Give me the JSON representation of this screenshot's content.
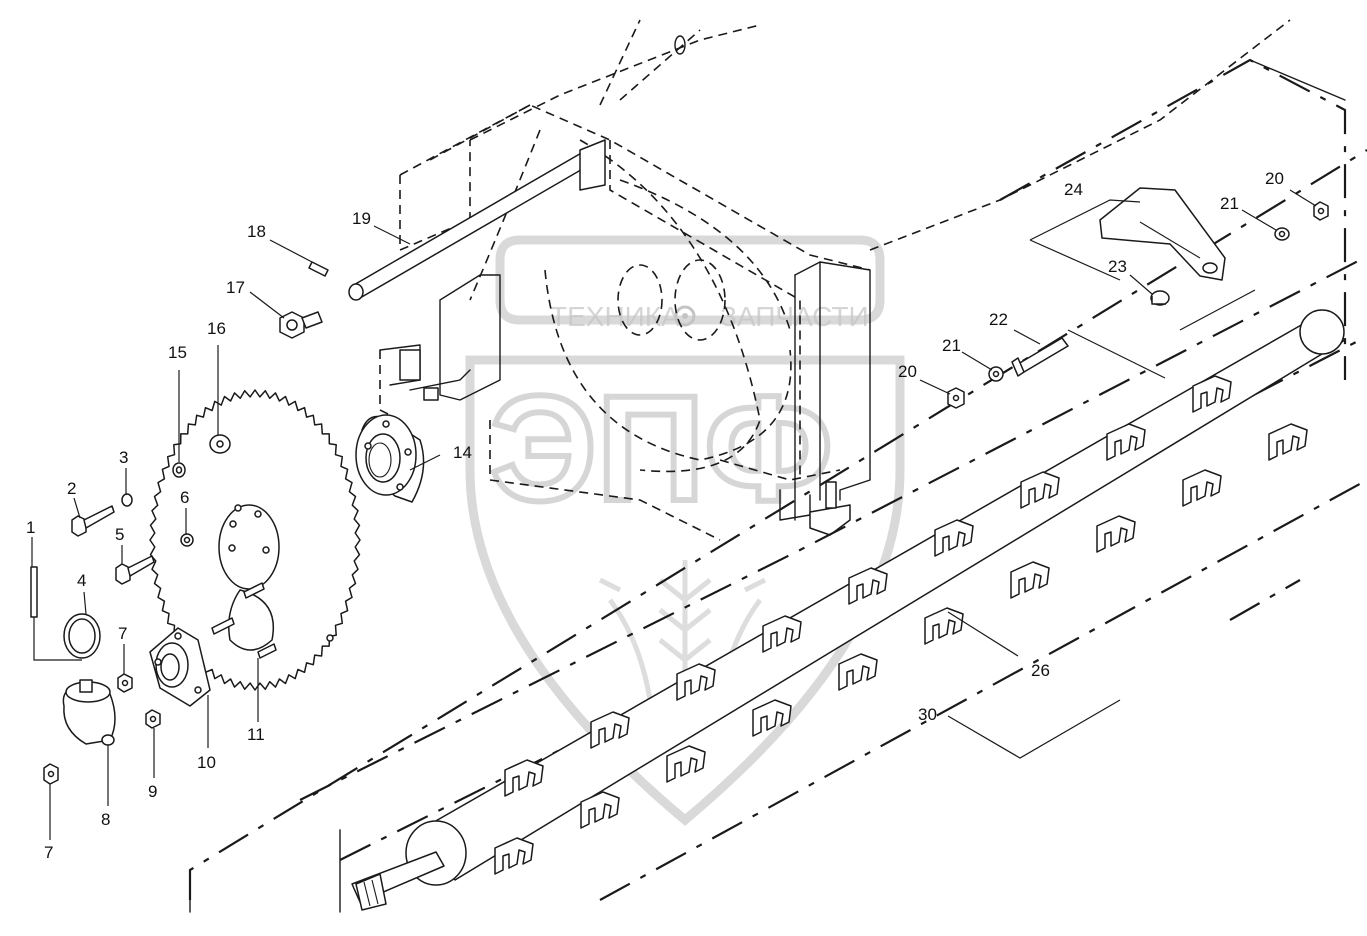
{
  "watermark": {
    "line1_left": "ТЕХНИКА",
    "line1_right": "ЗАПЧАСТИ",
    "logo": "ЭПФ",
    "gear_icon": "gear-icon",
    "color": "#bcbcbc"
  },
  "callouts": [
    {
      "id": "c1",
      "text": "1"
    },
    {
      "id": "c2",
      "text": "2"
    },
    {
      "id": "c3",
      "text": "3"
    },
    {
      "id": "c4",
      "text": "4"
    },
    {
      "id": "c5",
      "text": "5"
    },
    {
      "id": "c6",
      "text": "6"
    },
    {
      "id": "c7a",
      "text": "7"
    },
    {
      "id": "c7b",
      "text": "7"
    },
    {
      "id": "c8",
      "text": "8"
    },
    {
      "id": "c9",
      "text": "9"
    },
    {
      "id": "c10",
      "text": "10"
    },
    {
      "id": "c11",
      "text": "11"
    },
    {
      "id": "c14",
      "text": "14"
    },
    {
      "id": "c15",
      "text": "15"
    },
    {
      "id": "c16",
      "text": "16"
    },
    {
      "id": "c17",
      "text": "17"
    },
    {
      "id": "c18",
      "text": "18"
    },
    {
      "id": "c19",
      "text": "19"
    },
    {
      "id": "c20a",
      "text": "20"
    },
    {
      "id": "c20b",
      "text": "20"
    },
    {
      "id": "c21a",
      "text": "21"
    },
    {
      "id": "c21b",
      "text": "21"
    },
    {
      "id": "c22",
      "text": "22"
    },
    {
      "id": "c23",
      "text": "23"
    },
    {
      "id": "c24",
      "text": "24"
    },
    {
      "id": "c26",
      "text": "26"
    },
    {
      "id": "c30",
      "text": "30"
    }
  ]
}
